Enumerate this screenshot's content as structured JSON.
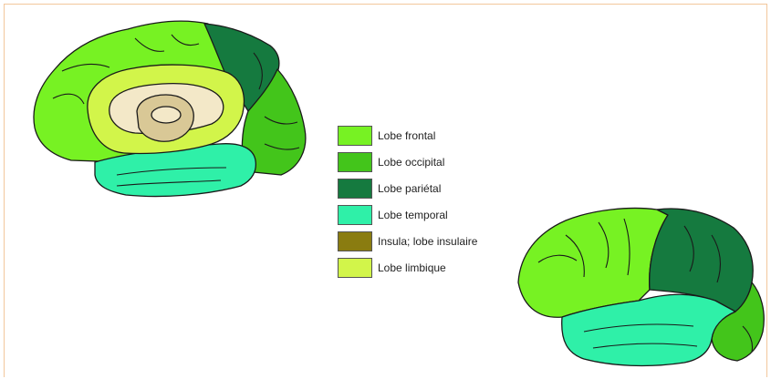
{
  "colors": {
    "frontal": "#77f223",
    "occipital": "#43c51b",
    "parietal": "#157a3f",
    "temporal": "#2ff0a8",
    "insula": "#8a7c10",
    "limbique": "#d2f54a",
    "frame_border": "#f3c79c",
    "corpus": "#f3e8c8",
    "thalamus": "#d9c896",
    "outline": "#1a1a1a"
  },
  "legend": [
    {
      "label": "Lobe frontal",
      "color": "#77f223"
    },
    {
      "label": "Lobe occipital",
      "color": "#43c51b"
    },
    {
      "label": "Lobe pariétal",
      "color": "#157a3f"
    },
    {
      "label": "Lobe temporal",
      "color": "#2ff0a8"
    },
    {
      "label": "Insula; lobe insulaire",
      "color": "#8a7c10"
    },
    {
      "label": "Lobe limbique",
      "color": "#d2f54a"
    }
  ]
}
